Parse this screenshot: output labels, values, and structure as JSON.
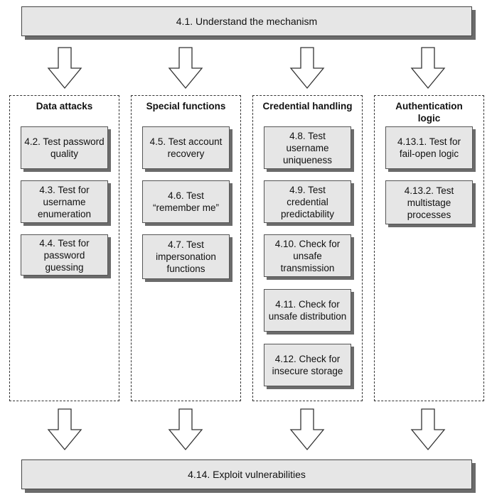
{
  "top": {
    "label": "4.1. Understand the mechanism"
  },
  "bottom": {
    "label": "4.14. Exploit vulnerabilities"
  },
  "columns": [
    {
      "title": "Data attacks",
      "items": [
        "4.2. Test password quality",
        "4.3. Test for username enumeration",
        "4.4. Test for password guessing"
      ]
    },
    {
      "title": "Special functions",
      "items": [
        "4.5. Test account recovery",
        "4.6. Test “remember me”",
        "4.7. Test impersonation functions"
      ]
    },
    {
      "title": "Credential handling",
      "items": [
        "4.8. Test username uniqueness",
        "4.9. Test credential predictability",
        "4.10. Check for unsafe transmission",
        "4.11. Check for unsafe distribution",
        "4.12. Check for insecure storage"
      ]
    },
    {
      "title": "Authentication logic",
      "items": [
        "4.13.1. Test for fail-open logic",
        "4.13.2. Test multistage processes"
      ]
    }
  ]
}
